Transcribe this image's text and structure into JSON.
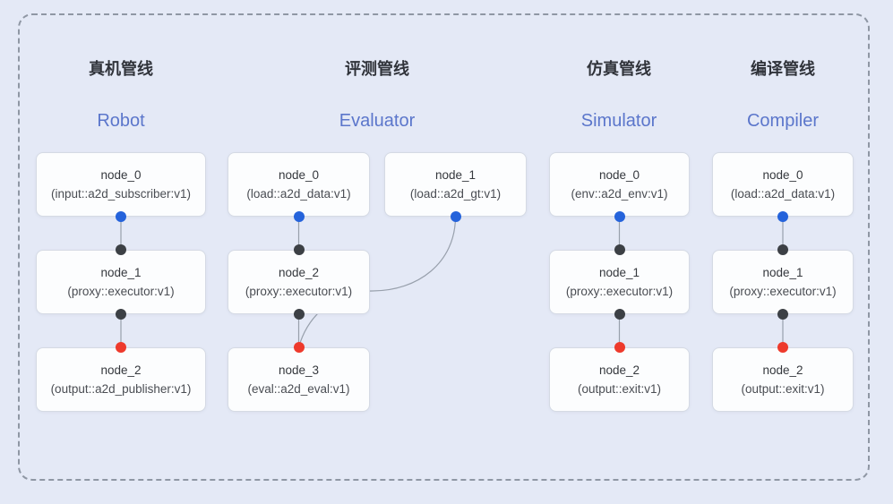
{
  "diagram": {
    "background_color": "#e4e9f6",
    "frame_border_color": "#8f97a4",
    "edge_color": "#98a0ac",
    "dot_colors": {
      "blue": "#2563db",
      "dark": "#3c4045",
      "red": "#ee3a2c"
    },
    "pipelines": [
      {
        "title_zh": "真机管线",
        "title_en": "Robot",
        "nodes": [
          {
            "label": "node_0",
            "type": "(input::a2d_subscriber:v1)",
            "col": 0,
            "row": 0,
            "top_dot": null,
            "bottom_dot": "blue"
          },
          {
            "label": "node_1",
            "type": "(proxy::executor:v1)",
            "col": 0,
            "row": 1,
            "top_dot": "dark",
            "bottom_dot": "dark"
          },
          {
            "label": "node_2",
            "type": "(output::a2d_publisher:v1)",
            "col": 0,
            "row": 2,
            "top_dot": "red",
            "bottom_dot": null
          }
        ],
        "edges": [
          {
            "from": 0,
            "to": 1,
            "curved": false
          },
          {
            "from": 1,
            "to": 2,
            "curved": false
          }
        ]
      },
      {
        "title_zh": "评测管线",
        "title_en": "Evaluator",
        "nodes": [
          {
            "label": "node_0",
            "type": "(load::a2d_data:v1)",
            "col": 0,
            "row": 0,
            "top_dot": null,
            "bottom_dot": "blue"
          },
          {
            "label": "node_1",
            "type": "(load::a2d_gt:v1)",
            "col": 1,
            "row": 0,
            "top_dot": null,
            "bottom_dot": "blue"
          },
          {
            "label": "node_2",
            "type": "(proxy::executor:v1)",
            "col": 0,
            "row": 1,
            "top_dot": "dark",
            "bottom_dot": "dark"
          },
          {
            "label": "node_3",
            "type": "(eval::a2d_eval:v1)",
            "col": 0,
            "row": 2,
            "top_dot": "red",
            "bottom_dot": null
          }
        ],
        "edges": [
          {
            "from": 0,
            "to": 2,
            "curved": false
          },
          {
            "from": 2,
            "to": 3,
            "curved": false
          },
          {
            "from": 1,
            "to": 3,
            "curved": true
          }
        ]
      },
      {
        "title_zh": "仿真管线",
        "title_en": "Simulator",
        "nodes": [
          {
            "label": "node_0",
            "type": "(env::a2d_env:v1)",
            "col": 0,
            "row": 0,
            "top_dot": null,
            "bottom_dot": "blue"
          },
          {
            "label": "node_1",
            "type": "(proxy::executor:v1)",
            "col": 0,
            "row": 1,
            "top_dot": "dark",
            "bottom_dot": "dark"
          },
          {
            "label": "node_2",
            "type": "(output::exit:v1)",
            "col": 0,
            "row": 2,
            "top_dot": "red",
            "bottom_dot": null
          }
        ],
        "edges": [
          {
            "from": 0,
            "to": 1,
            "curved": false
          },
          {
            "from": 1,
            "to": 2,
            "curved": false
          }
        ]
      },
      {
        "title_zh": "编译管线",
        "title_en": "Compiler",
        "nodes": [
          {
            "label": "node_0",
            "type": "(load::a2d_data:v1)",
            "col": 0,
            "row": 0,
            "top_dot": null,
            "bottom_dot": "blue"
          },
          {
            "label": "node_1",
            "type": "(proxy::executor:v1)",
            "col": 0,
            "row": 1,
            "top_dot": "dark",
            "bottom_dot": "dark"
          },
          {
            "label": "node_2",
            "type": "(output::exit:v1)",
            "col": 0,
            "row": 2,
            "top_dot": "red",
            "bottom_dot": null
          }
        ],
        "edges": [
          {
            "from": 0,
            "to": 1,
            "curved": false
          },
          {
            "from": 1,
            "to": 2,
            "curved": false
          }
        ]
      }
    ]
  }
}
